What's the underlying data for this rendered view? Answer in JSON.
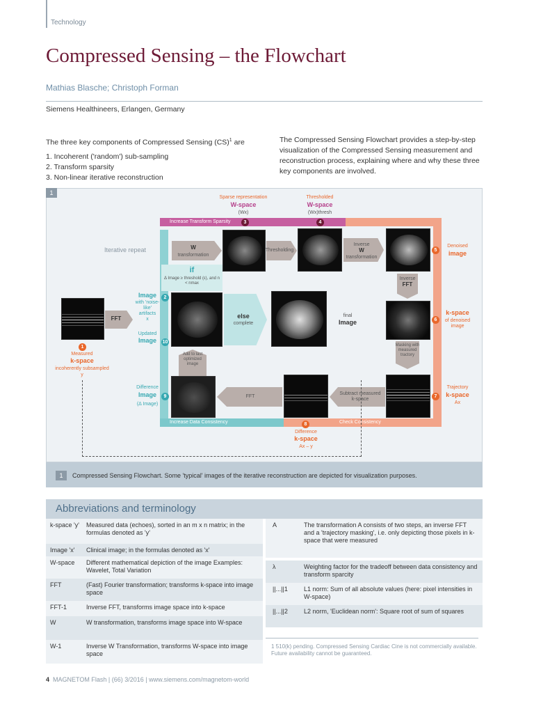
{
  "header": {
    "section": "Technology"
  },
  "title": "Compressed Sensing – the Flowchart",
  "authors": "Mathias Blasche; Christoph Forman",
  "affiliation": "Siemens Healthineers, Erlangen, Germany",
  "intro_left": {
    "lead": "The three key components of Compressed Sensing (CS)",
    "lead_sup": "1",
    "lead_end": " are",
    "items": [
      "1. Incoherent ('random') sub-sampling",
      "2. Transform sparsity",
      "3. Non-linear iterative reconstruction"
    ]
  },
  "intro_right": "The Compressed Sensing Flowchart provides a step-by-step visualization of the Compressed Sensing measurement and reconstruction process, explaining where and why these three key components are involved.",
  "figure": {
    "number": "1",
    "iterative_repeat": "Iterative repeat",
    "sparse_rep": "Sparse representation",
    "w_space": "W-space",
    "wx": "(Wx)",
    "thresholded": "Thresholded",
    "wx_thresh": "(Wx)thresh",
    "increase_sparsity": "Increase Transform Sparsity",
    "w_transform_title": "W",
    "w_transform_sub": "transformation",
    "thresholding": "Thresholding",
    "inverse_w_title": "Inverse",
    "inverse_w_w": "W",
    "inverse_w_sub": "transformation",
    "denoised": "Denoised",
    "image": "image",
    "if_title": "if",
    "if_cond": "Δ Image ≥ threshold (ε), and n < nmax",
    "inverse_fft_1": "Inverse",
    "inverse_fft_2": "FFT",
    "fft": "FFT",
    "image_2_title": "Image",
    "image_2_sub": "with 'noise-like' artifacts",
    "x": "x",
    "updated": "Updated",
    "updated_image": "Image",
    "else_title": "else",
    "else_sub": "complete",
    "final": "final",
    "final_image": "Image",
    "kspace_denoised_title": "k-space",
    "kspace_denoised_sub": "of denoised image",
    "measured": "Measured",
    "kspace": "k-space",
    "measured_sub": "incoherently subsampled",
    "y": "y",
    "add_to_last": "Add to last optimized image",
    "masking": "Masking with measured tractory",
    "difference": "Difference",
    "difference_image": "Image",
    "delta_image": "(Δ Image)",
    "fft_2": "FFT",
    "subtract": "Subtract measured k-space",
    "trajectory": "Trajectory",
    "trajectory_kspace": "k-space",
    "ax": "Ax",
    "increase_consistency": "Increase Data Consistency",
    "check_consistency": "Check Consistency",
    "difference_kspace_title": "Difference",
    "difference_kspace": "k-space",
    "ax_y": "Ax – y",
    "steps": [
      "1",
      "2",
      "3",
      "4",
      "5",
      "6",
      "7",
      "8",
      "9",
      "10"
    ]
  },
  "caption": {
    "number": "1",
    "text": "Compressed Sensing Flowchart. Some 'typical' images of the iterative reconstruction are depicted for visualization purposes."
  },
  "abbreviations": {
    "title": "Abbreviations and terminology",
    "left": [
      {
        "key": "k-space 'y'",
        "val": "Measured data (echoes), sorted in an m x n matrix; in the formulas denoted as 'y'"
      },
      {
        "key": "Image 'x'",
        "val": "Clinical image; in the formulas denoted as 'x'"
      },
      {
        "key": "W-space",
        "val": "Different mathematical depiction of the image Examples: Wavelet, Total Variation"
      },
      {
        "key": "FFT",
        "val": "(Fast) Fourier transformation; transforms k-space into image space"
      },
      {
        "key": "FFT-1",
        "val": "Inverse FFT, transforms image space into k-space"
      },
      {
        "key": "W",
        "val": "W transformation, transforms image space into W-space"
      },
      {
        "key": "W-1",
        "val": "Inverse W Transformation, transforms W-space into image space"
      }
    ],
    "right": [
      {
        "key": "A",
        "val": "The transformation A consists of two steps, an inverse FFT and a 'trajectory masking', i.e. only depicting those pixels in k-space that were measured"
      },
      {
        "key": "λ",
        "val": "Weighting factor for the tradeoff between data consistency and transform sparcity"
      },
      {
        "key": "||...||1",
        "val": "L1 norm: Sum of all absolute values (here: pixel intensities in W-space)"
      },
      {
        "key": "||...||2",
        "val": "L2 norm, 'Euclidean norm': Square root of sum of squares"
      }
    ]
  },
  "footnote": "1 510(k) pending. Compressed Sensing Cardiac Cine is not commercially available. Future availability cannot be guaranteed.",
  "footer": {
    "page": "4",
    "text": "MAGNETOM Flash | (66) 3/2016 | www.siemens.com/magnetom-world"
  },
  "colors": {
    "teal": "#36a8b1",
    "orange": "#e9672b",
    "pink": "#b5408b",
    "title": "#6d1a36"
  }
}
